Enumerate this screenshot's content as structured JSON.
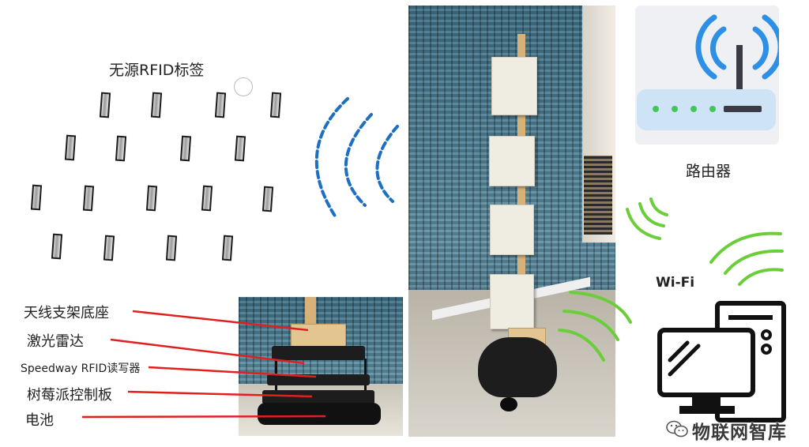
{
  "labels": {
    "rfid_tags": "无源RFID标签",
    "router": "路由器",
    "wifi": "Wi-Fi",
    "antenna_base": "天线支架底座",
    "lidar": "激光雷达",
    "reader": "Speedway RFID读写器",
    "raspberry": "树莓派控制板",
    "battery": "电池"
  },
  "watermark": "物联网智库",
  "colors": {
    "signal_blue": "#1e6fc2",
    "wifi_green": "#6ccd3b",
    "pointer_red": "#e02020",
    "router_blue": "#2d8fe6",
    "led_green": "#45c45a"
  },
  "icons": {
    "router": "router-icon",
    "computer": "desktop-computer-icon",
    "tag": "rfid-tag-icon",
    "watermark": "wechat-icon"
  }
}
